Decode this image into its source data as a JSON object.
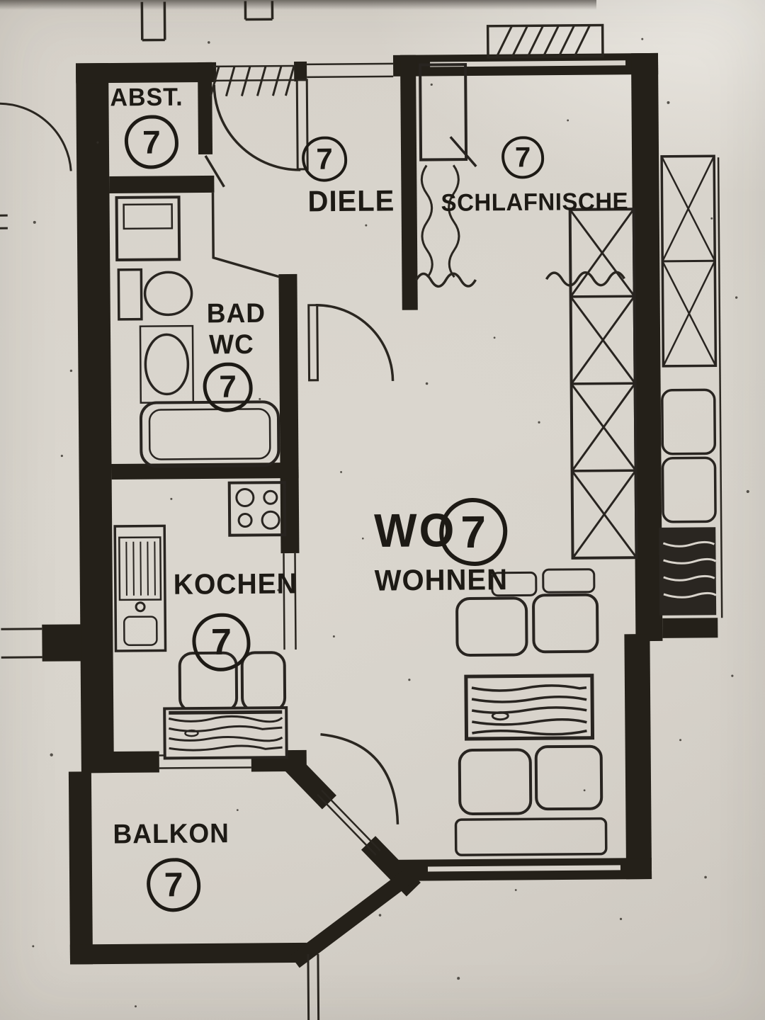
{
  "document": {
    "type": "scanned floor plan",
    "unit": {
      "prefix": "WO",
      "number": "7"
    },
    "colors": {
      "paper": "#d8d3cb",
      "ink": "#242019"
    }
  },
  "rooms": [
    {
      "id": "abst",
      "label": "ABST.",
      "number": "7"
    },
    {
      "id": "diele",
      "label": "DIELE",
      "number": "7"
    },
    {
      "id": "schlafnische",
      "label": "SCHLAFNISCHE",
      "number": "7"
    },
    {
      "id": "badwc",
      "label_line1": "BAD",
      "label_line2": "WC",
      "number": "7"
    },
    {
      "id": "kochen",
      "label": "KOCHEN",
      "number": "7"
    },
    {
      "id": "wohnen",
      "label": "WOHNEN"
    },
    {
      "id": "balkon",
      "label": "BALKON",
      "number": "7"
    }
  ]
}
